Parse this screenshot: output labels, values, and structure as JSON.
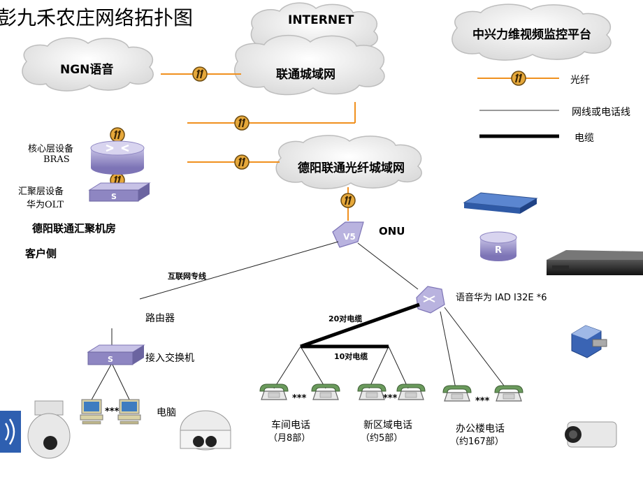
{
  "title": "彭九禾农庄网络拓扑图",
  "clouds": {
    "internet": "INTERNET",
    "ngn": "NGN语音",
    "unicom_metro": "联通城域网",
    "deyang_metro": "德阳联通光纤城域网",
    "zte_platform": "中兴力维视频监控平台"
  },
  "legend": {
    "fiber": "光纤",
    "net_or_phone_line": "网线或电话线",
    "cable": "电缆"
  },
  "devices": {
    "core_line1": "核心层设备",
    "core_line2": "BRAS",
    "agg_line1": "汇聚层设备",
    "agg_line2": "华为OLT",
    "room_label": "德阳联通汇聚机房",
    "customer_side": "客户侧",
    "onu": "ONU",
    "onu_glyph": "V5",
    "iad": "语音华为 IAD I32E *6",
    "dedicated_line": "互联网专线",
    "router": "路由器",
    "access_switch": "接入交换机",
    "pc": "电脑",
    "cable20": "20对电缆",
    "cable10": "10对电缆",
    "dots": "***",
    "router_glyph": "R",
    "switch_glyph": "S"
  },
  "phones": {
    "workshop_line1": "车间电话",
    "workshop_line2": "（月8部）",
    "newarea_line1": "新区域电话",
    "newarea_line2": "（约5部）",
    "office_line1": "办公楼电话",
    "office_line2": "（约167部）"
  },
  "colors": {
    "fiber": "#f0901e",
    "device_purple": "#8e86c2",
    "device_blue": "#3a64b4",
    "cloud_fill": "#f2f2f2"
  }
}
